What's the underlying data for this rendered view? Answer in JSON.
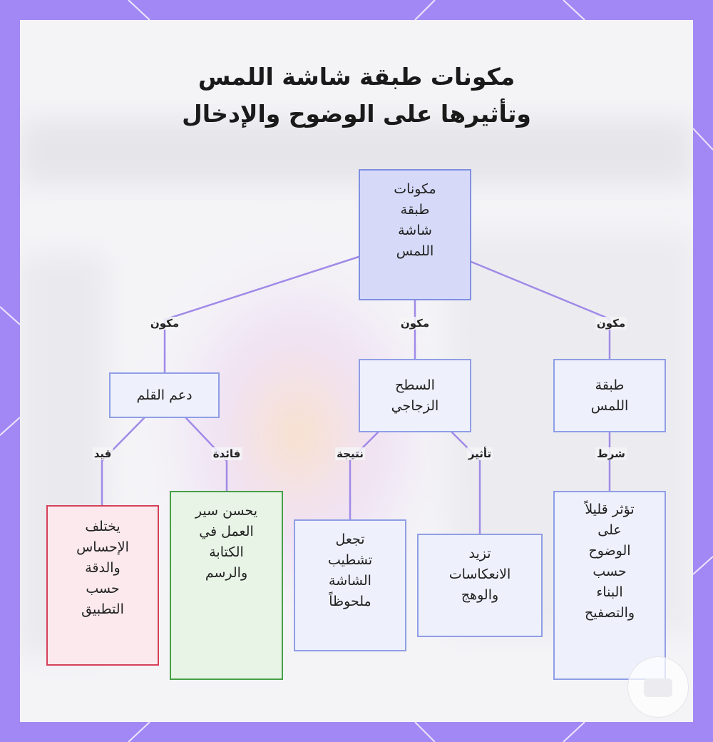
{
  "title_lines": [
    "مكونات طبقة شاشة اللمس",
    "وتأثيرها على الوضوح والإدخال"
  ],
  "nodes": {
    "root": "مكونات\nطبقة\nشاشة\nاللمس",
    "pen": "دعم القلم",
    "glass": "السطح\nالزجاجي",
    "touch": "طبقة\nاللمس",
    "pen_limit": "يختلف\nالإحساس\nوالدقة\nحسب\nالتطبيق",
    "pen_benefit": "يحسن سير\nالعمل في\nالكتابة\nوالرسم",
    "glass_result": "تجعل\nتشطيب\nالشاشة\nملحوظاً",
    "glass_effect": "تزيد\nالانعكاسات\nوالوهج",
    "touch_condition": "تؤثر قليلاً\nعلى\nالوضوح\nحسب\nالبناء\nوالتصفيح"
  },
  "edge_labels": {
    "root_pen": "مكون",
    "root_glass": "مكون",
    "root_touch": "مكون",
    "pen_limit": "قيد",
    "pen_benefit": "فائدة",
    "glass_result": "نتيجة",
    "glass_effect": "تأثير",
    "touch_condition": "شرط"
  },
  "colors": {
    "frame": "#a288f4",
    "edge": "#a08ae8",
    "node_border": "#8f9ee6",
    "node_fill": "#eef0fb",
    "root_fill": "#d6daf8",
    "limit_border": "#d6405a",
    "benefit_border": "#46a046"
  }
}
